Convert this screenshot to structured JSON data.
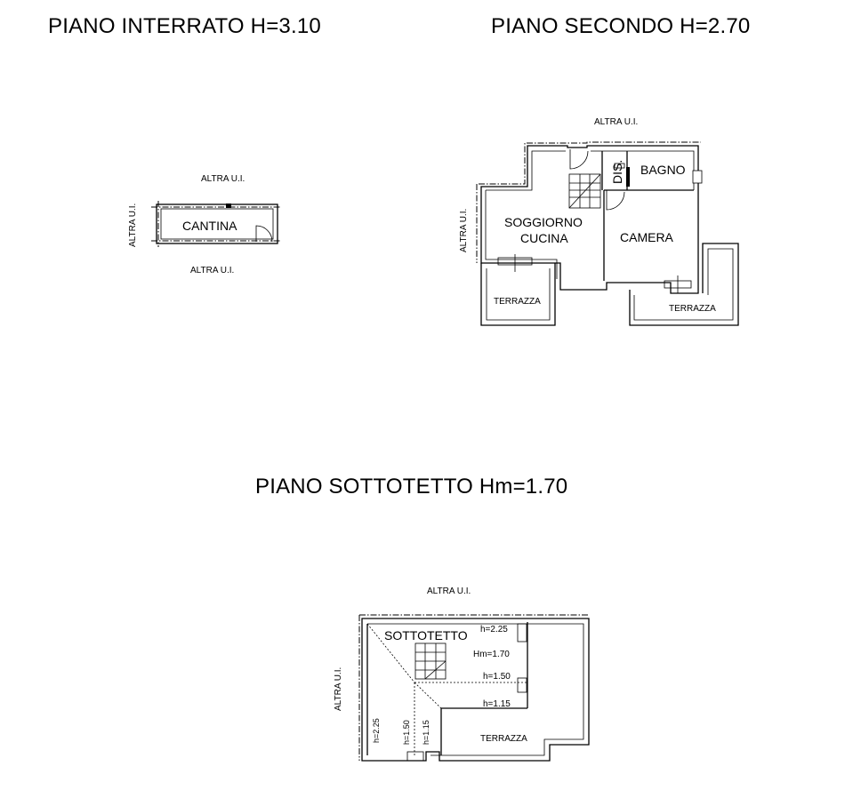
{
  "titles": {
    "basement": "PIANO INTERRATO H=3.10",
    "second": "PIANO SECONDO H=2.70",
    "attic": "PIANO SOTTOTETTO Hm=1.70"
  },
  "basement": {
    "neighbor_top": "ALTRA U.I.",
    "neighbor_left": "ALTRA U.I.",
    "neighbor_bottom": "ALTRA U.I.",
    "room": "CANTINA"
  },
  "second_floor": {
    "neighbor_top": "ALTRA U.I.",
    "neighbor_left": "ALTRA U.I.",
    "room_living_1": "SOGGIORNO",
    "room_living_2": "CUCINA",
    "room_bath": "BAGNO",
    "room_dis": "DIS.",
    "room_bedroom": "CAMERA",
    "terrace_left": "TERRAZZA",
    "terrace_right": "TERRAZZA"
  },
  "attic_floor": {
    "neighbor_top": "ALTRA U.I.",
    "neighbor_left": "ALTRA U.I.",
    "room": "SOTTOTETTO",
    "h_225_top": "h=2.25",
    "hm_170": "Hm=1.70",
    "h_150_mid": "h=1.50",
    "h_115_right": "h=1.15",
    "h_225_left": "h=2.25",
    "h_150_vert": "h=1.50",
    "h_115_vert": "h=1.15",
    "terrace": "TERRAZZA"
  }
}
